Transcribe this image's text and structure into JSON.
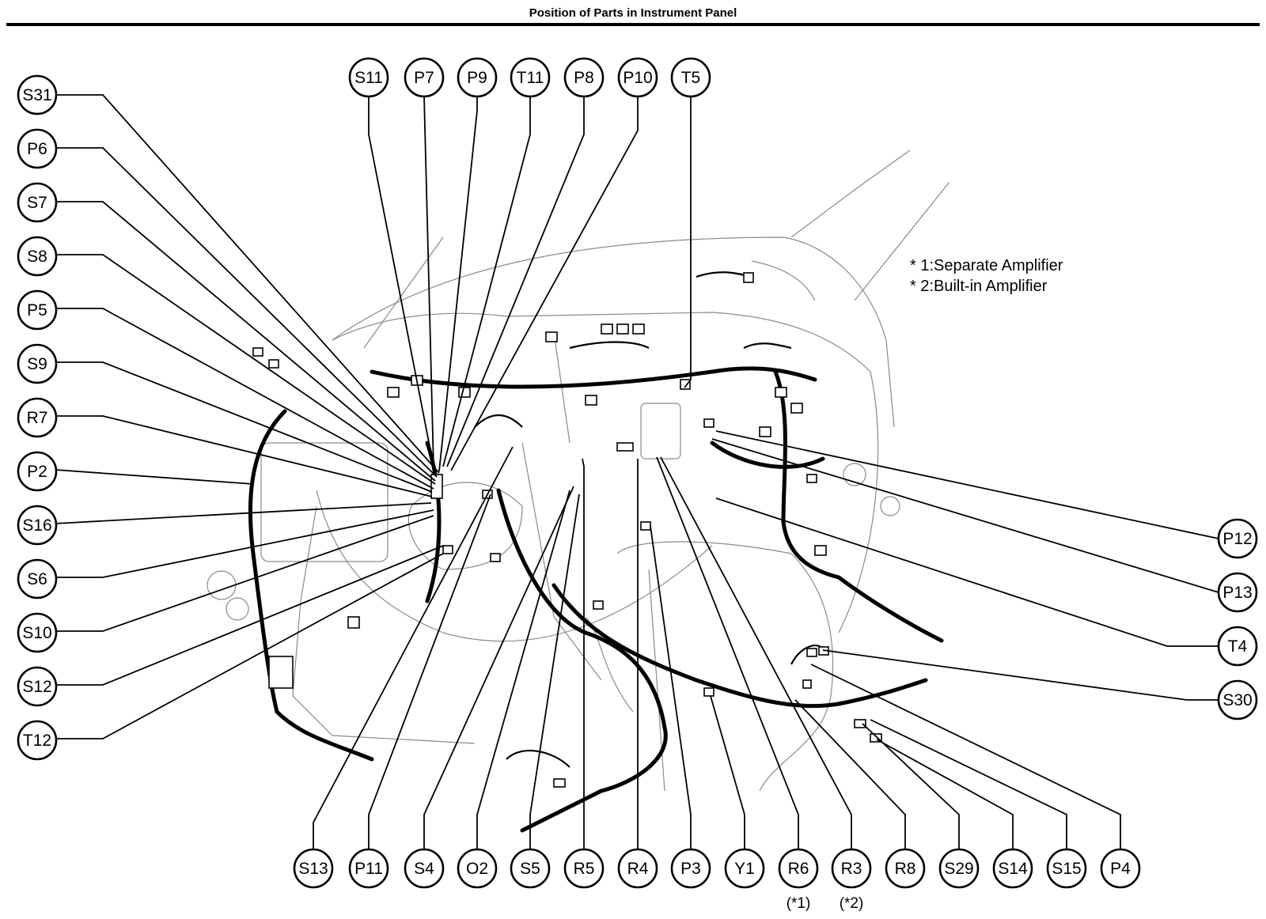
{
  "title": "Position of Parts in Instrument Panel",
  "footnotes": [
    "* 1:Separate Amplifier",
    "* 2:Built-in Amplifier"
  ],
  "top_labels": [
    "S11",
    "P7",
    "P9",
    "T11",
    "P8",
    "P10",
    "T5"
  ],
  "left_labels": [
    "S31",
    "P6",
    "S7",
    "S8",
    "P5",
    "S9",
    "R7",
    "P2",
    "S16",
    "S6",
    "S10",
    "S12",
    "T12"
  ],
  "right_labels": [
    "P12",
    "P13",
    "T4",
    "S30"
  ],
  "bottom_labels": [
    "S13",
    "P11",
    "S4",
    "O2",
    "S5",
    "R5",
    "R4",
    "P3",
    "Y1",
    "R6",
    "R3",
    "R8",
    "S29",
    "S14",
    "S15",
    "P4"
  ],
  "bottom_sublabels": {
    "R6": "(*1)",
    "R3": "(*2)"
  }
}
